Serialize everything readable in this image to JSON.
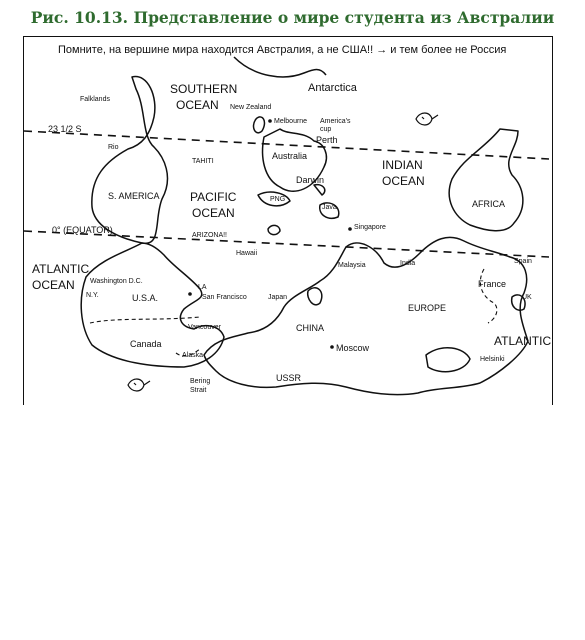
{
  "caption": "Рис. 10.13. Представление о мире студента из Австралии",
  "map": {
    "banner": "Помните, на вершине мира находится Австралия, а не США!! → и тем более не Россия",
    "latitudes": {
      "tropic": "23 1/2 S",
      "equator": "0° (EQUATOR)"
    },
    "oceans": {
      "southern_1": "SOUTHERN",
      "southern_2": "OCEAN",
      "pacific_1": "PACIFIC",
      "pacific_2": "OCEAN",
      "indian_1": "INDIAN",
      "indian_2": "OCEAN",
      "atlantic_left_1": "ATLANTIC",
      "atlantic_left_2": "OCEAN",
      "atlantic_right": "ATLANTIC"
    },
    "regions": {
      "antarctica": "Antarctica",
      "australia": "Australia",
      "south_america": "S. AMERICA",
      "africa": "AFRICA",
      "usa": "U.S.A.",
      "canada": "Canada",
      "china": "CHINA",
      "europe": "EUROPE",
      "ussr": "USSR",
      "png": "PNG",
      "java": "Java",
      "arizona": "ARIZONA!!"
    },
    "places": {
      "falklands": "Falklands",
      "new_zealand": "New Zealand",
      "melbourne": "Melbourne",
      "americas_cup_1": "America's",
      "americas_cup_2": "cup",
      "perth": "Perth",
      "rio": "Rio",
      "tahiti": "TAHITI",
      "darwin": "Darwin",
      "singapore": "Singapore",
      "malaysia": "Malaysia",
      "india": "India",
      "spain": "Spain",
      "france": "France",
      "uk": "UK",
      "hawaii": "Hawaii",
      "washington": "Washington D.C.",
      "ny": "N.Y.",
      "la": "LA",
      "san_francisco": "San Francisco",
      "vancouver": "Vancouver",
      "alaska": "Alaska",
      "bering_1": "Bering",
      "bering_2": "Strait",
      "japan": "Japan",
      "moscow": "Moscow",
      "helsinki": "Helsinki"
    }
  }
}
